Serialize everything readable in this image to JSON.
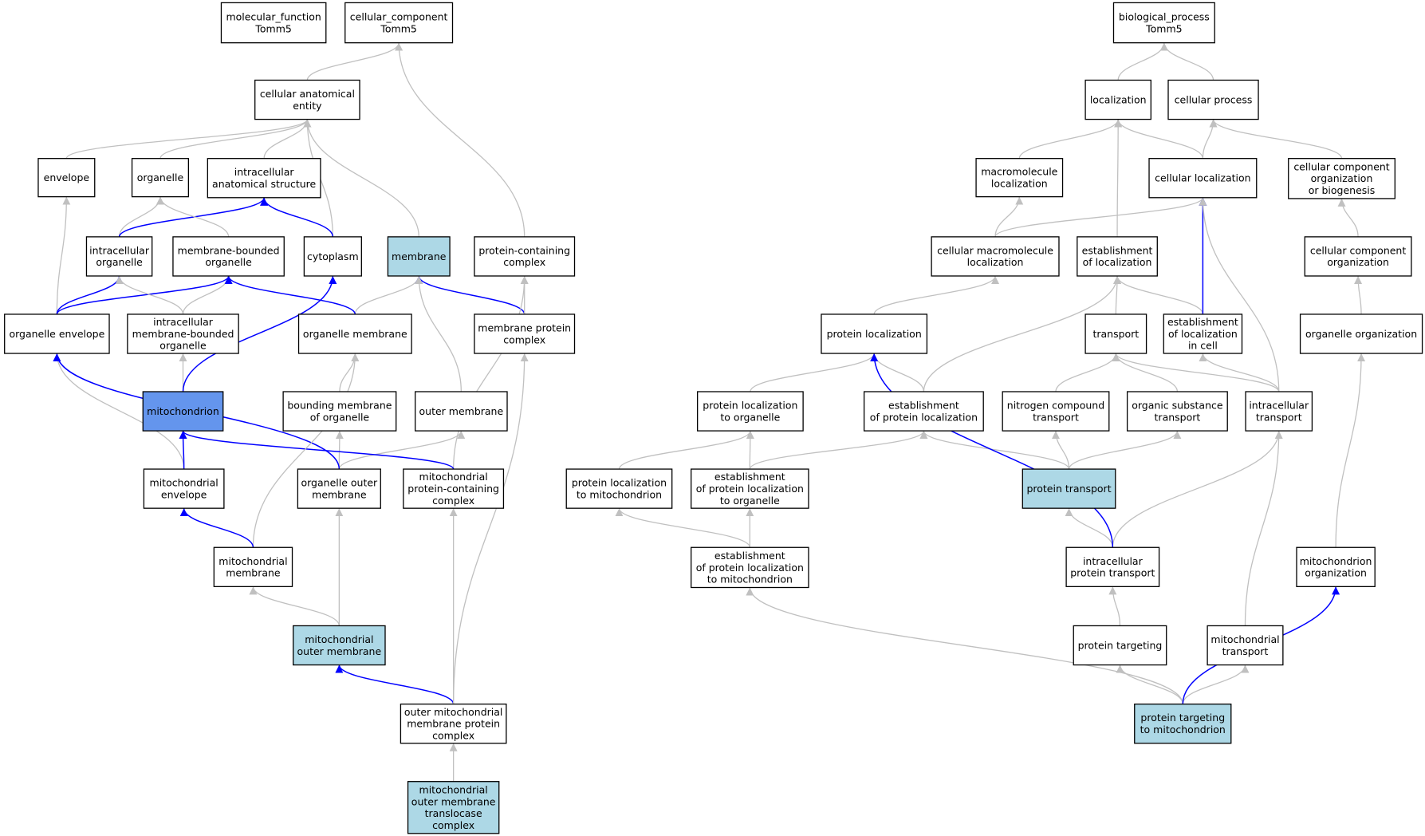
{
  "colors": {
    "node_default": "#ffffff",
    "node_highlight": "#add8e6",
    "node_focus": "#6495ed",
    "edge_is_a": "#c0c0c0",
    "edge_part_of": "#0000ff"
  },
  "nodes": {
    "mf_root": [
      "molecular_function",
      "Tomm5"
    ],
    "cc_root": [
      "cellular_component",
      "Tomm5"
    ],
    "bp_root": [
      "biological_process",
      "Tomm5"
    ],
    "cae": [
      "cellular anatomical",
      "entity"
    ],
    "envelope": [
      "envelope"
    ],
    "organelle": [
      "organelle"
    ],
    "ias": [
      "intracellular",
      "anatomical structure"
    ],
    "intra_org": [
      "intracellular",
      "organelle"
    ],
    "mbo": [
      "membrane-bounded",
      "organelle"
    ],
    "cytoplasm": [
      "cytoplasm"
    ],
    "membrane": [
      "membrane"
    ],
    "pcc": [
      "protein-containing",
      "complex"
    ],
    "org_env": [
      "organelle envelope"
    ],
    "imbo": [
      "intracellular",
      "membrane-bounded",
      "organelle"
    ],
    "org_mem": [
      "organelle membrane"
    ],
    "mpc": [
      "membrane protein",
      "complex"
    ],
    "mito": [
      "mitochondrion"
    ],
    "bmo": [
      "bounding membrane",
      "of organelle"
    ],
    "outer_mem": [
      "outer membrane"
    ],
    "mito_env": [
      "mitochondrial",
      "envelope"
    ],
    "oom": [
      "organelle outer",
      "membrane"
    ],
    "mpcc": [
      "mitochondrial",
      "protein-containing",
      "complex"
    ],
    "mito_mem": [
      "mitochondrial",
      "membrane"
    ],
    "mom": [
      "mitochondrial",
      "outer membrane"
    ],
    "ompc": [
      "outer mitochondrial",
      "membrane protein",
      "complex"
    ],
    "tom": [
      "mitochondrial",
      "outer membrane",
      "translocase",
      "complex"
    ],
    "localization": [
      "localization"
    ],
    "cell_proc": [
      "cellular process"
    ],
    "macro_loc": [
      "macromolecule",
      "localization"
    ],
    "cell_loc": [
      "cellular localization"
    ],
    "ccob": [
      "cellular component",
      "organization",
      "or biogenesis"
    ],
    "cml": [
      "cellular macromolecule",
      "localization"
    ],
    "est_loc": [
      "establishment",
      "of localization"
    ],
    "cco": [
      "cellular component",
      "organization"
    ],
    "prot_loc": [
      "protein localization"
    ],
    "transport": [
      "transport"
    ],
    "elic": [
      "establishment",
      "of localization",
      "in cell"
    ],
    "org_org": [
      "organelle organization"
    ],
    "plto": [
      "protein localization",
      "to organelle"
    ],
    "epl": [
      "establishment",
      "of protein localization"
    ],
    "nct": [
      "nitrogen compound",
      "transport"
    ],
    "ost": [
      "organic substance",
      "transport"
    ],
    "ict": [
      "intracellular",
      "transport"
    ],
    "pltm": [
      "protein localization",
      "to mitochondrion"
    ],
    "eplo": [
      "establishment",
      "of protein localization",
      "to organelle"
    ],
    "prot_trans": [
      "protein transport"
    ],
    "eplm": [
      "establishment",
      "of protein localization",
      "to mitochondrion"
    ],
    "ipt": [
      "intracellular",
      "protein transport"
    ],
    "mito_org": [
      "mitochondrion",
      "organization"
    ],
    "prot_target": [
      "protein targeting"
    ],
    "mito_trans": [
      "mitochondrial",
      "transport"
    ],
    "ptm": [
      "protein targeting",
      "to mitochondrion"
    ]
  },
  "edges": [
    [
      "cae",
      "cc_root",
      "is_a"
    ],
    [
      "pcc",
      "cc_root",
      "is_a"
    ],
    [
      "envelope",
      "cae",
      "is_a"
    ],
    [
      "organelle",
      "cae",
      "is_a"
    ],
    [
      "ias",
      "cae",
      "is_a"
    ],
    [
      "cytoplasm",
      "cae",
      "is_a"
    ],
    [
      "membrane",
      "cae",
      "is_a"
    ],
    [
      "intra_org",
      "organelle",
      "is_a"
    ],
    [
      "intra_org",
      "ias",
      "part_of"
    ],
    [
      "mbo",
      "organelle",
      "is_a"
    ],
    [
      "cytoplasm",
      "ias",
      "part_of"
    ],
    [
      "org_env",
      "envelope",
      "is_a"
    ],
    [
      "org_env",
      "intra_org",
      "part_of"
    ],
    [
      "org_env",
      "mbo",
      "part_of"
    ],
    [
      "imbo",
      "intra_org",
      "is_a"
    ],
    [
      "imbo",
      "mbo",
      "is_a"
    ],
    [
      "org_mem",
      "membrane",
      "is_a"
    ],
    [
      "org_mem",
      "mbo",
      "part_of"
    ],
    [
      "mpc",
      "membrane",
      "part_of"
    ],
    [
      "mpc",
      "pcc",
      "is_a"
    ],
    [
      "mito",
      "imbo",
      "is_a"
    ],
    [
      "mito",
      "cytoplasm",
      "part_of"
    ],
    [
      "bmo",
      "org_mem",
      "is_a"
    ],
    [
      "outer_mem",
      "membrane",
      "is_a"
    ],
    [
      "mito_env",
      "org_env",
      "is_a"
    ],
    [
      "mito_env",
      "mito",
      "part_of"
    ],
    [
      "oom",
      "bmo",
      "is_a"
    ],
    [
      "oom",
      "outer_mem",
      "is_a"
    ],
    [
      "oom",
      "org_env",
      "part_of"
    ],
    [
      "mpcc",
      "pcc",
      "is_a"
    ],
    [
      "mpcc",
      "mito",
      "part_of"
    ],
    [
      "mito_mem",
      "org_mem",
      "is_a"
    ],
    [
      "mito_mem",
      "mito_env",
      "part_of"
    ],
    [
      "mom",
      "mito_mem",
      "is_a"
    ],
    [
      "mom",
      "oom",
      "is_a"
    ],
    [
      "ompc",
      "mom",
      "part_of"
    ],
    [
      "ompc",
      "mpcc",
      "is_a"
    ],
    [
      "ompc",
      "mpc",
      "is_a"
    ],
    [
      "tom",
      "ompc",
      "is_a"
    ],
    [
      "localization",
      "bp_root",
      "is_a"
    ],
    [
      "cell_proc",
      "bp_root",
      "is_a"
    ],
    [
      "macro_loc",
      "localization",
      "is_a"
    ],
    [
      "cell_loc",
      "localization",
      "is_a"
    ],
    [
      "cell_loc",
      "cell_proc",
      "is_a"
    ],
    [
      "ccob",
      "cell_proc",
      "is_a"
    ],
    [
      "cml",
      "macro_loc",
      "is_a"
    ],
    [
      "cml",
      "cell_loc",
      "is_a"
    ],
    [
      "est_loc",
      "localization",
      "is_a"
    ],
    [
      "cco",
      "ccob",
      "is_a"
    ],
    [
      "prot_loc",
      "cml",
      "is_a"
    ],
    [
      "transport",
      "est_loc",
      "is_a"
    ],
    [
      "elic",
      "est_loc",
      "is_a"
    ],
    [
      "elic",
      "cell_loc",
      "part_of"
    ],
    [
      "org_org",
      "cco",
      "is_a"
    ],
    [
      "plto",
      "prot_loc",
      "is_a"
    ],
    [
      "epl",
      "prot_loc",
      "is_a"
    ],
    [
      "epl",
      "est_loc",
      "is_a"
    ],
    [
      "nct",
      "transport",
      "is_a"
    ],
    [
      "ost",
      "transport",
      "is_a"
    ],
    [
      "ict",
      "transport",
      "is_a"
    ],
    [
      "ict",
      "elic",
      "is_a"
    ],
    [
      "ict",
      "cell_loc",
      "is_a"
    ],
    [
      "pltm",
      "plto",
      "is_a"
    ],
    [
      "eplo",
      "plto",
      "is_a"
    ],
    [
      "eplo",
      "epl",
      "is_a"
    ],
    [
      "prot_trans",
      "epl",
      "is_a"
    ],
    [
      "prot_trans",
      "nct",
      "is_a"
    ],
    [
      "prot_trans",
      "ost",
      "is_a"
    ],
    [
      "eplm",
      "pltm",
      "is_a"
    ],
    [
      "eplm",
      "eplo",
      "is_a"
    ],
    [
      "ipt",
      "prot_trans",
      "is_a"
    ],
    [
      "ipt",
      "ict",
      "is_a"
    ],
    [
      "ipt",
      "prot_loc",
      "part_of"
    ],
    [
      "mito_org",
      "org_org",
      "is_a"
    ],
    [
      "prot_target",
      "ipt",
      "is_a"
    ],
    [
      "mito_trans",
      "ict",
      "is_a"
    ],
    [
      "ptm",
      "eplm",
      "is_a"
    ],
    [
      "ptm",
      "prot_target",
      "is_a"
    ],
    [
      "ptm",
      "mito_trans",
      "is_a"
    ],
    [
      "ptm",
      "mito_org",
      "part_of"
    ]
  ]
}
